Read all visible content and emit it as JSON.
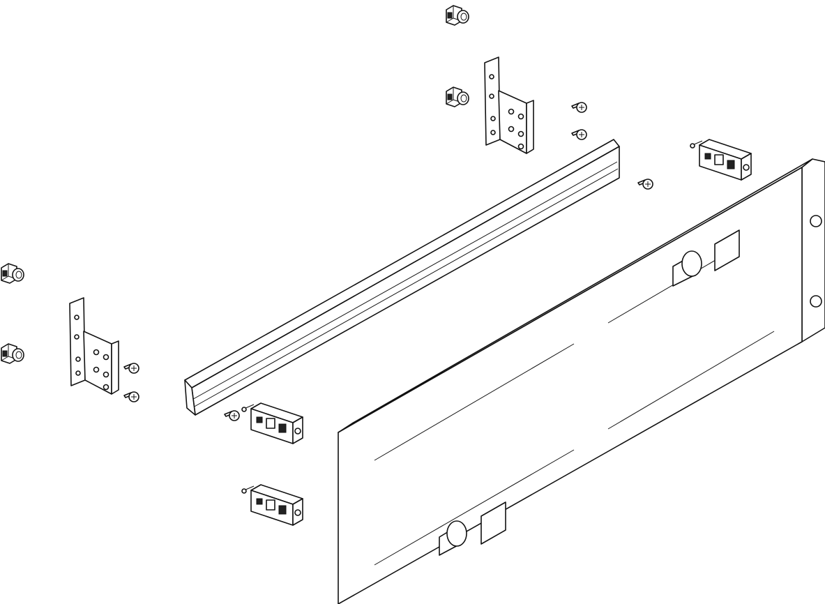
{
  "diagram": {
    "type": "exploded-assembly-line-drawing",
    "colors": {
      "line": "#111111",
      "background": "#ffffff"
    },
    "parts": [
      "front-panel",
      "mounting-rail",
      "mounting-bracket",
      "cage-clip",
      "screw",
      "hinge-block"
    ]
  }
}
